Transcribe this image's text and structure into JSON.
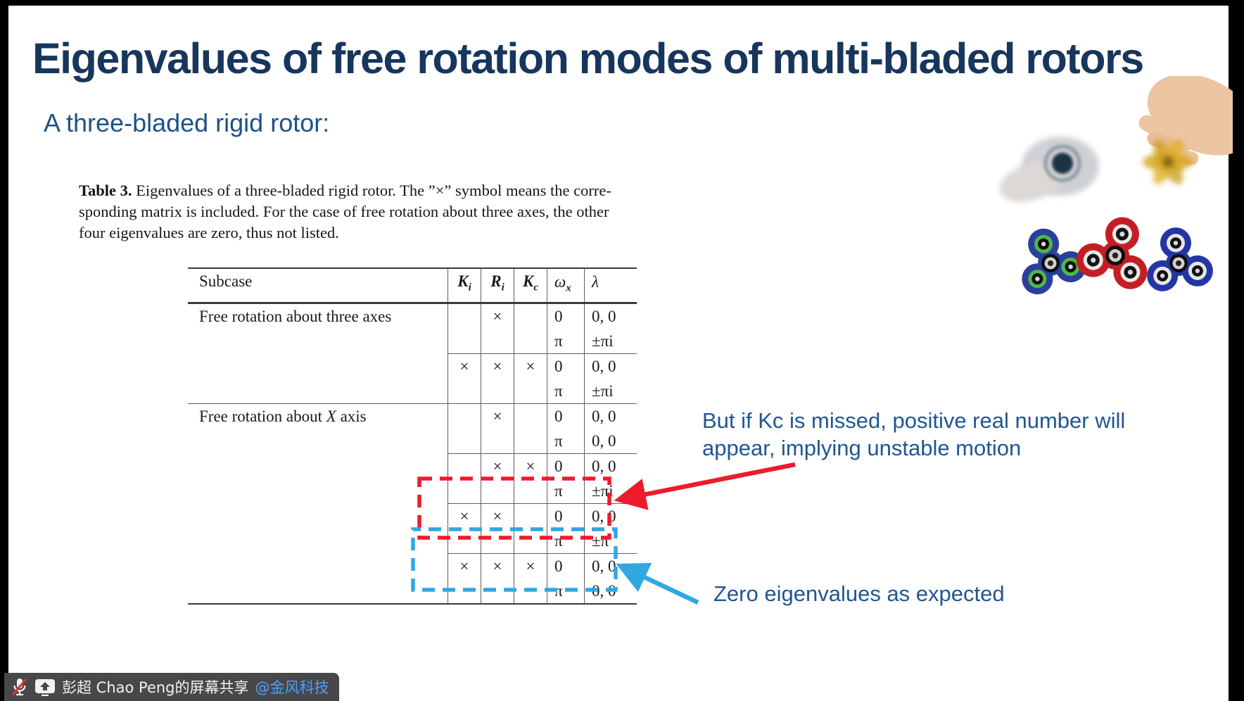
{
  "slide": {
    "title": "Eigenvalues of free rotation modes of multi-bladed rotors",
    "subtitle": "A three-bladed rigid rotor:"
  },
  "caption": {
    "label": "Table 3.",
    "line1": " Eigenvalues of a three-bladed rigid rotor. The ”×” symbol means the corre-",
    "line2": "sponding matrix is included. For the case of free rotation about three axes, the other",
    "line3": "four eigenvalues are zero, thus not listed."
  },
  "table": {
    "headers": {
      "subcase": "Subcase",
      "ki": {
        "base": "K",
        "sub": "i"
      },
      "ri": {
        "base": "R",
        "sub": "i"
      },
      "kc": {
        "base": "K",
        "sub": "c"
      },
      "omega": {
        "base": "ω",
        "sub": "x"
      },
      "lambda": {
        "base": "λ",
        "sub": ""
      }
    },
    "groups": [
      {
        "label_pre": "Free rotation about three axes",
        "label_em": "",
        "label_post": ""
      },
      {
        "label_pre": "Free rotation about ",
        "label_em": "X",
        "label_post": " axis"
      }
    ],
    "rows": [
      {
        "ki": "",
        "ri": "×",
        "kc": "",
        "omega1": "0",
        "lambda1": "0, 0",
        "omega2": "π",
        "lambda2": "±πi"
      },
      {
        "ki": "×",
        "ri": "×",
        "kc": "×",
        "omega1": "0",
        "lambda1": "0, 0",
        "omega2": "π",
        "lambda2": "±πi"
      },
      {
        "ki": "",
        "ri": "×",
        "kc": "",
        "omega1": "0",
        "lambda1": "0, 0",
        "omega2": "π",
        "lambda2": "0, 0"
      },
      {
        "ki": "",
        "ri": "×",
        "kc": "×",
        "omega1": "0",
        "lambda1": "0, 0",
        "omega2": "π",
        "lambda2": "±πi"
      },
      {
        "ki": "×",
        "ri": "×",
        "kc": "",
        "omega1": "0",
        "lambda1": "0, 0",
        "omega2": "π",
        "lambda2": "±π",
        "highlight": "red-dashed-box"
      },
      {
        "ki": "×",
        "ri": "×",
        "kc": "×",
        "omega1": "0",
        "lambda1": "0, 0",
        "omega2": "π",
        "lambda2": "0, 0",
        "highlight": "blue-dashed-box"
      }
    ]
  },
  "annotations": {
    "unstable_line1": "But if Kc is missed, positive real number will",
    "unstable_line2": "appear, implying unstable motion",
    "zero_eig": "Zero eigenvalues as expected"
  },
  "statusbar": {
    "text": "彭超 Chao Peng的屏幕共享 ",
    "mention": "@金风科技",
    "mic_icon": "microphone-muted-icon",
    "share_icon": "screen-share-icon"
  },
  "colors": {
    "title": "#17365D",
    "annotation_text": "#1F5692",
    "highlight_red": "#EC1C2D",
    "highlight_blue": "#2FA8E1",
    "statusbar_bg": "#48484A",
    "mention_blue": "#4AA0FF"
  }
}
